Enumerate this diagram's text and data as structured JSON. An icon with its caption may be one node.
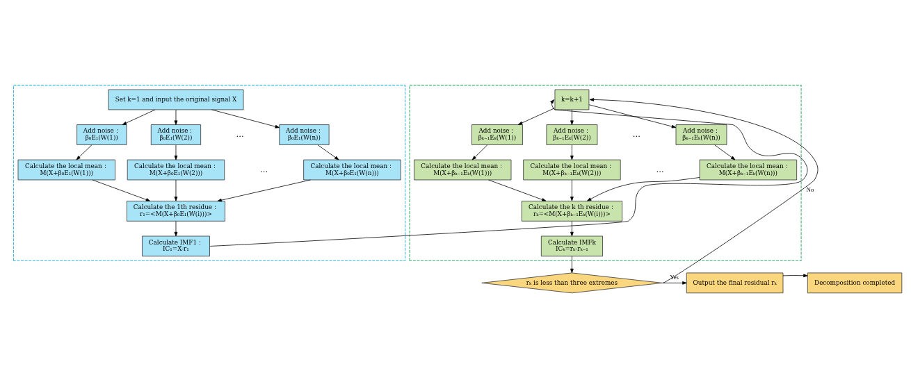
{
  "diagram": {
    "nodes": [
      {
        "text": [],
        "shape": "box"
      },
      {
        "text": [
          "Set k=1 and input the original signal X"
        ],
        "in": 0
      },
      {
        "text": [
          "Add noise：",
          "β₀E₁(W(1))"
        ],
        "in": 0
      },
      {
        "text": [
          "Add noise：",
          "β₀E₁(W(2))"
        ],
        "in": 0
      },
      {
        "text": [
          "Add noise：",
          "β₀E₁(W(n))"
        ],
        "in": 0
      },
      {
        "text": [
          "Calculate the local mean：",
          "M(X+β₀E₁(W(1)))"
        ],
        "in": 0
      },
      {
        "text": [
          "Calculate the local mean：",
          "M(X+β₀E₁(W(2)))"
        ],
        "in": 0
      },
      {
        "text": [
          "Calculate the local mean：",
          "M(X+β₀E₁(W(n)))"
        ],
        "in": 0
      },
      {
        "text": [
          "Calculate the 1th residue：",
          "r₁=<M(X+β₀E₁(W(i)))>"
        ],
        "in": 0
      },
      {
        "text": [
          "Calculate IMF1：",
          "IC₁=X-r₁"
        ],
        "in": 0
      },
      {
        "text": [],
        "shape": "box"
      },
      {
        "text": [
          "k=k+1"
        ],
        "in": 10
      },
      {
        "text": [
          "Add noise：",
          "βₖ₋₁Eₖ(W(1))"
        ],
        "in": 10
      },
      {
        "text": [
          "Add noise：",
          "βₖ₋₁Eₖ(W(2))"
        ],
        "in": 10
      },
      {
        "text": [
          "Add noise：",
          "βₖ₋₁Eₖ(W(n))"
        ],
        "in": 10
      },
      {
        "text": [
          "Calculate the local mean：",
          "M(X+βₖ₋₁Eₖ(W(1)))"
        ],
        "in": 10
      },
      {
        "text": [
          "Calculate the local mean：",
          "M(X+βₖ₋₁Eₖ(W(2)))"
        ],
        "in": 10
      },
      {
        "text": [
          "Calculate the local mean：",
          "M(X+βₖ₋₁Eₖ(W(n)))"
        ],
        "in": 10
      },
      {
        "text": [
          "Calculate the k th residue：",
          "rₖ=<M(X+βₖ₋₁Eₖ(W(i)))>"
        ],
        "in": 10
      },
      {
        "text": [
          "Calculate IMFk",
          "ICₖ=rₖ-rₖ₋₁"
        ],
        "in": 10
      },
      {
        "text": [
          "rₖ is less than three extremes"
        ]
      },
      {
        "text": [
          "Output the final residual rₖ"
        ]
      },
      {
        "text": [
          "Decomposition completed"
        ]
      }
    ],
    "edges": [
      {
        "from": 1,
        "to": 2,
        "arrow": "to"
      },
      {
        "from": 1,
        "to": 3,
        "arrow": "to"
      },
      {
        "from": 1,
        "to": 4,
        "arrow": "to"
      },
      {
        "from": 2,
        "to": 5,
        "arrow": "to"
      },
      {
        "from": 3,
        "to": 6,
        "arrow": "to"
      },
      {
        "from": 4,
        "to": 7,
        "arrow": "to"
      },
      {
        "from": 5,
        "to": 8,
        "arrow": "to"
      },
      {
        "from": 6,
        "to": 8,
        "arrow": "to"
      },
      {
        "from": 7,
        "to": 8,
        "arrow": "to"
      },
      {
        "from": 8,
        "to": 9,
        "arrow": "to"
      },
      {
        "from": 9,
        "to": 11,
        "arrow": "to"
      },
      {
        "from": 11,
        "to": 12,
        "arrow": "to"
      },
      {
        "from": 11,
        "to": 13,
        "arrow": "to"
      },
      {
        "from": 11,
        "to": 14,
        "arrow": "to"
      },
      {
        "from": 12,
        "to": 15,
        "arrow": "to"
      },
      {
        "from": 13,
        "to": 16,
        "arrow": "to"
      },
      {
        "from": 14,
        "to": 17,
        "arrow": "to"
      },
      {
        "from": 15,
        "to": 18,
        "arrow": "to"
      },
      {
        "from": 16,
        "to": 18,
        "arrow": "to"
      },
      {
        "from": 17,
        "to": 18,
        "arrow": "to"
      },
      {
        "from": 18,
        "to": 19,
        "arrow": "to"
      },
      {
        "from": 19,
        "to": 20,
        "arrow": "to"
      },
      {
        "from": 20,
        "to": 21,
        "arrow": "to",
        "label": "Yes"
      },
      {
        "from": 21,
        "to": 22,
        "arrow": "to"
      },
      {
        "from": 20,
        "to": 11,
        "arrow": "to",
        "label": "No"
      }
    ],
    "labels": [
      "…",
      "…",
      "…",
      "…"
    ]
  }
}
